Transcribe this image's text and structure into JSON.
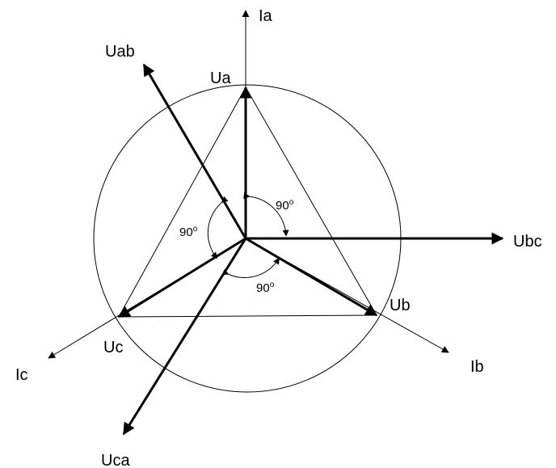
{
  "diagram": {
    "phasors": {
      "ia": "Ia",
      "ib": "Ib",
      "ic": "Ic",
      "ua": "Ua",
      "ub": "Ub",
      "uc": "Uc",
      "uab": "Uab",
      "ubc": "Ubc",
      "uca": "Uca"
    },
    "angles": [
      {
        "value": "90",
        "unit": "o"
      },
      {
        "value": "90",
        "unit": "o"
      },
      {
        "value": "90",
        "unit": "o"
      }
    ],
    "colors": {
      "line": "#000000",
      "background": "#ffffff"
    }
  }
}
